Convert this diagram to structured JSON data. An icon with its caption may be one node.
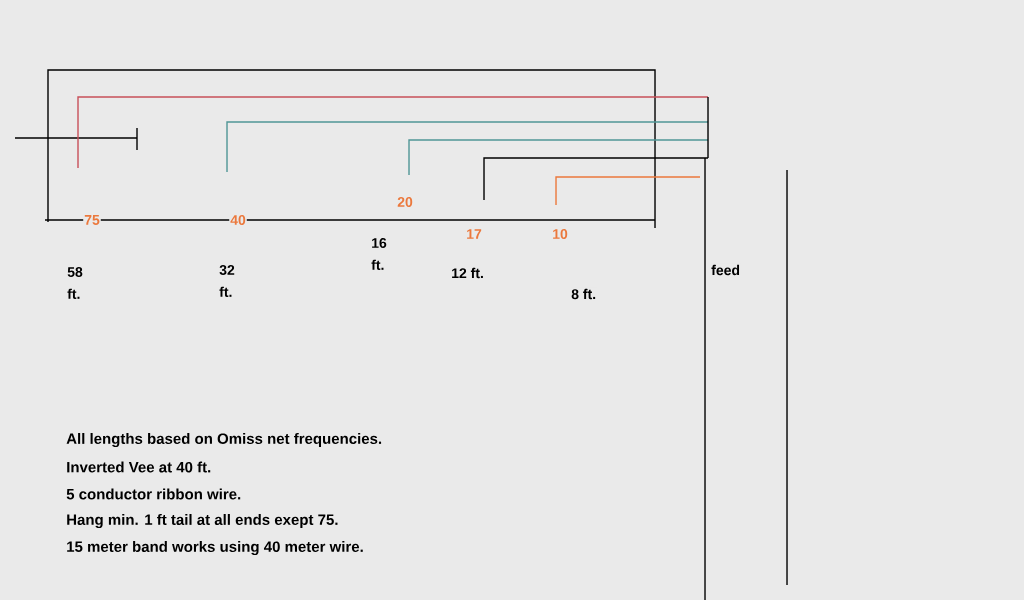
{
  "diagram": {
    "labels": [
      "75",
      "40",
      "20",
      "17",
      "10",
      "58 ft.",
      "32 ft.",
      "16 ft.",
      "12 ft.",
      "8 ft.",
      "feed",
      "All lengths based on Omiss net frequencies.",
      "Inverted Vee at 40 ft.",
      "5 conductor ribbon wire.",
      "Hang min. 1 ft tail at all ends exept 75.",
      "15 meter band works using 40 meter wire."
    ]
  }
}
